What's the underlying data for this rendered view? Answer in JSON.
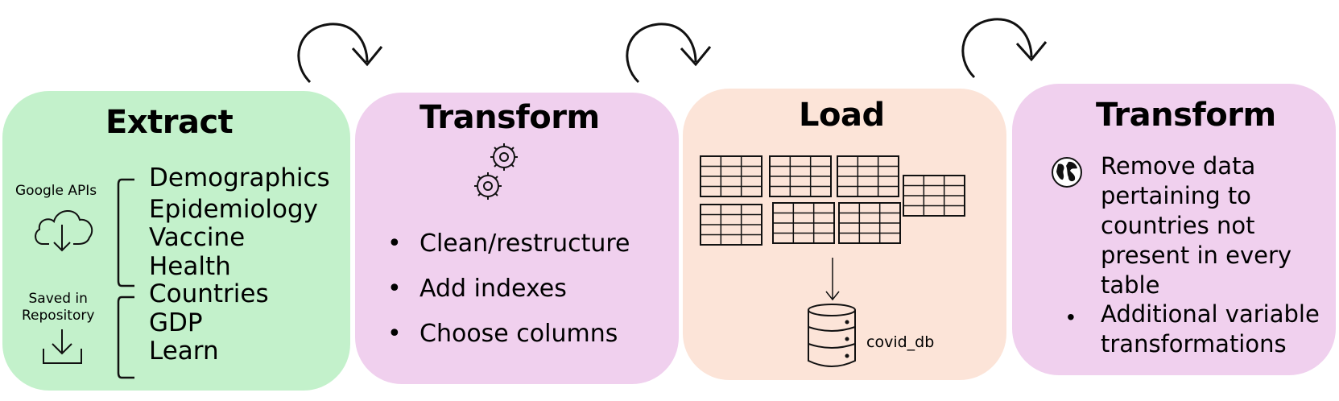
{
  "colors": {
    "extract": "#c3f1cb",
    "transform": "#f0d0ee",
    "load": "#fce4d8",
    "stroke": "#111111"
  },
  "extract": {
    "title": "Extract",
    "google_apis_label": "Google APIs",
    "saved_label_line1": "Saved in",
    "saved_label_line2": "Repository",
    "api_items": [
      "Demographics",
      "Epidemiology",
      "Vaccine",
      "Health"
    ],
    "repo_items": [
      "Countries",
      "GDP",
      "Learn"
    ],
    "icons": [
      "cloud-download-icon",
      "download-tray-icon"
    ]
  },
  "transform1": {
    "title": "Transform",
    "icon": "gears-icon",
    "bullets": [
      "Clean/restructure",
      "Add indexes",
      "Choose columns"
    ]
  },
  "load": {
    "title": "Load",
    "icons": [
      "table-grid-icon",
      "database-icon"
    ],
    "db_label": "covid_db"
  },
  "transform2": {
    "title": "Transform",
    "icon": "globe-icon",
    "item1_lines": [
      "Remove data",
      "pertaining to",
      "countries not",
      "present in every",
      "table"
    ],
    "item2_lines": [
      "Additional variable",
      "transformations"
    ]
  },
  "arrows": [
    "cycle-arrow-icon",
    "cycle-arrow-icon",
    "cycle-arrow-icon"
  ]
}
